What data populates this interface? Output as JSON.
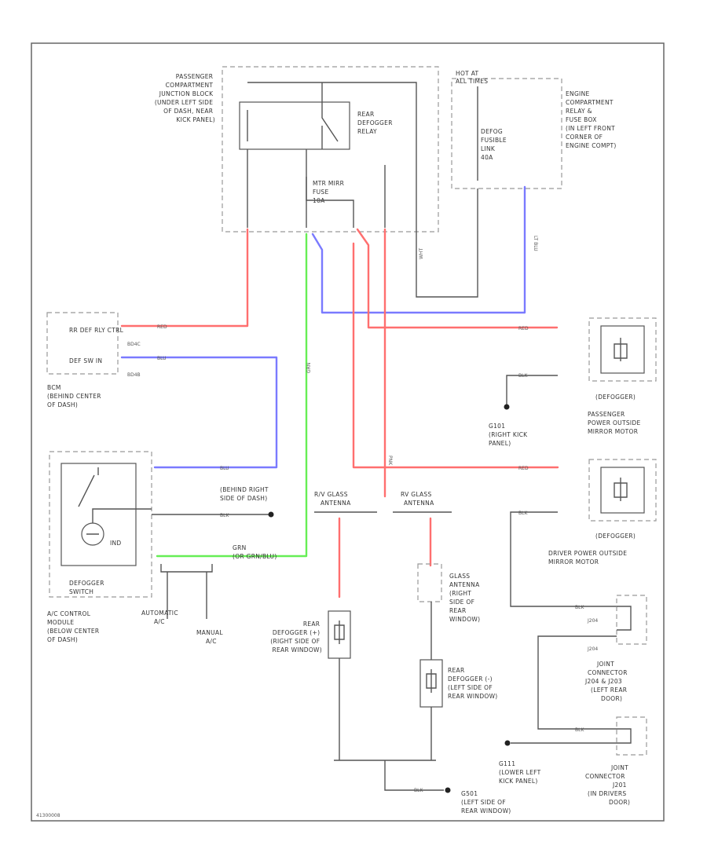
{
  "colors": {
    "red_wire": "#ff6f6f",
    "blue_wire": "#7a7aff",
    "green_wire": "#66ee55",
    "black_wire": "#555555"
  },
  "jb_label": [
    "PASSENGER",
    "COMPARTMENT",
    "JUNCTION BLOCK",
    "(UNDER LEFT SIDE",
    "OF DASH, NEAR",
    "KICK PANEL)"
  ],
  "relay_label": [
    "REAR",
    "DEFOGGER",
    "RELAY"
  ],
  "fuse_label": [
    "MTR MIRR",
    "FUSE",
    "10A"
  ],
  "hot_label": [
    "HOT AT",
    "ALL TIMES"
  ],
  "engine_box_label": [
    "ENGINE",
    "COMPARTMENT",
    "RELAY &",
    "FUSE BOX",
    "(IN LEFT FRONT",
    "CORNER OF",
    "ENGINE COMPT)"
  ],
  "fusible_link_label": [
    "DEFOG",
    "FUSIBLE",
    "LINK",
    "40A"
  ],
  "bcm_inputs": [
    "RR DEF RLY CTRL",
    "DEF SW IN"
  ],
  "bcm_pins": [
    "BD4C",
    "BD4B"
  ],
  "bcm_label": [
    "BCM",
    "(BEHIND CENTER",
    "OF DASH)"
  ],
  "ground_right_kick": [
    "G101",
    "(RIGHT KICK",
    "PANEL)"
  ],
  "pass_defogger": "(DEFOGGER)",
  "pass_mirror_label": [
    "PASSENGER",
    "POWER OUTSIDE",
    "MIRROR MOTOR"
  ],
  "driver_defogger": "(DEFOGGER)",
  "driver_mirror_label": [
    "DRIVER POWER OUTSIDE",
    "MIRROR MOTOR"
  ],
  "dash_ground_label": [
    "(BEHIND RIGHT",
    "SIDE OF DASH)"
  ],
  "glass_ant_left": [
    "R/V GLASS",
    "ANTENNA"
  ],
  "glass_ant_right": [
    "RV GLASS",
    "ANTENNA"
  ],
  "ac_module_label": [
    "A/C CONTROL",
    "MODULE",
    "(BELOW CENTER",
    "OF DASH)"
  ],
  "defogger_switch": [
    "DEFOGGER",
    "SWITCH"
  ],
  "ind_label": "IND",
  "wire_grn": [
    "GRN",
    "(OR GRN/BLU)"
  ],
  "automatic_label": [
    "AUTOMATIC",
    "A/C"
  ],
  "manual_label": [
    "MANUAL",
    "A/C"
  ],
  "glass_ant_side_label": [
    "GLASS",
    "ANTENNA",
    "(RIGHT",
    "SIDE OF",
    "REAR",
    "WINDOW)"
  ],
  "rear_defogger_r": [
    "REAR",
    "DEFOGGER (+)",
    "(RIGHT SIDE OF",
    "REAR WINDOW)"
  ],
  "rear_defogger_l": [
    "REAR",
    "DEFOGGER (-)",
    "(LEFT SIDE OF",
    "REAR WINDOW)"
  ],
  "joint_conn_1": [
    "JOINT",
    "CONNECTOR",
    "J204 & J203",
    "(LEFT REAR",
    "DOOR)"
  ],
  "joint_conn_1_pins": [
    "J204",
    "J204"
  ],
  "ground_left_kick": [
    "G111",
    "(LOWER LEFT",
    "KICK PANEL)"
  ],
  "joint_conn_2": [
    "JOINT",
    "CONNECTOR",
    "J201",
    "(IN DRIVERS",
    "DOOR)"
  ],
  "ground_rear": [
    "G501",
    "(LEFT SIDE OF",
    "REAR WINDOW)"
  ],
  "wire_colors": {
    "red": "RED",
    "blu": "BLU",
    "blk": "BLK",
    "grn": "GRN",
    "pnk": "PNK",
    "wht": "WHT",
    "lt_blu": "LT BLU"
  },
  "footer_code": "41300008"
}
